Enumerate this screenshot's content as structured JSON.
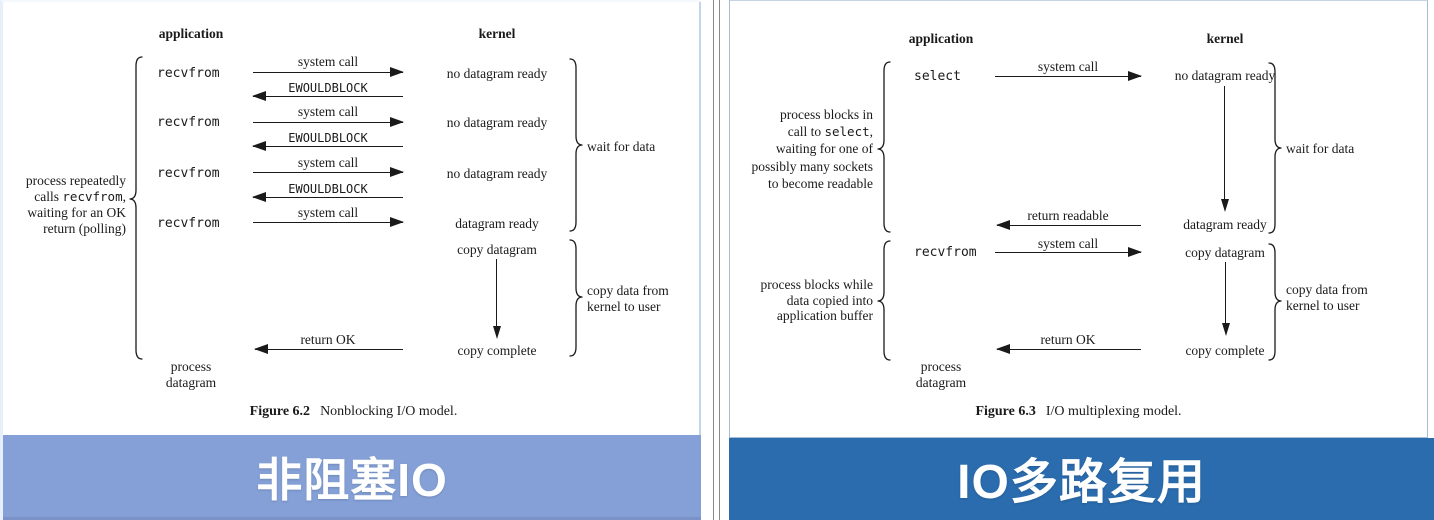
{
  "labels": {
    "application": "application",
    "kernel": "kernel",
    "system_call": "system call",
    "ewouldblock": "EWOULDBLOCK",
    "recvfrom": "recvfrom",
    "select": "select",
    "no_datagram_ready": "no datagram ready",
    "datagram_ready": "datagram ready",
    "copy_datagram": "copy datagram",
    "copy_complete": "copy complete",
    "return_ok": "return OK",
    "return_readable": "return readable",
    "wait_for_data": "wait for data",
    "copy_data_from": "copy data from",
    "kernel_to_user": "kernel to user",
    "process": "process",
    "datagram": "datagram"
  },
  "left": {
    "note": {
      "line1": "process repeatedly",
      "line2_pre": "calls ",
      "line2_code": "recvfrom",
      "line2_post": ",",
      "line3": "waiting for an OK",
      "line4": "return (polling)"
    },
    "caption_figure": "Figure 6.2",
    "caption_text": "Nonblocking I/O model.",
    "banner": "非阻塞IO"
  },
  "right": {
    "note1": {
      "line1": "process blocks in",
      "line2_pre": "call to ",
      "line2_code": "select",
      "line2_post": ",",
      "line3": "waiting for one of",
      "line4": "possibly many sockets",
      "line5": "to become readable"
    },
    "note2": {
      "line1": "process blocks while",
      "line2": "data copied into",
      "line3": "application buffer"
    },
    "caption_figure": "Figure 6.3",
    "caption_text": "I/O multiplexing model.",
    "banner": "IO多路复用"
  },
  "colors": {
    "left_banner_bg": "#84a0d7",
    "left_banner_strip": "#7b92c9",
    "right_banner_bg": "#2a6cae"
  }
}
